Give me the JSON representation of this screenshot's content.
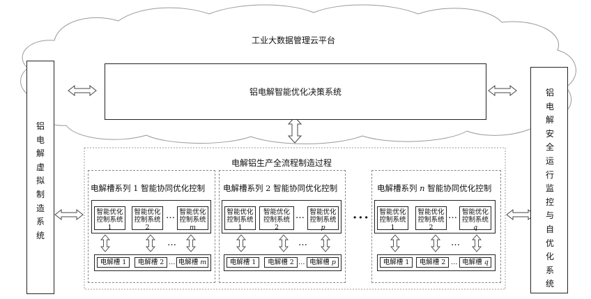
{
  "cloud_title": "工业大数据管理云平台",
  "decision_system": "铝电解智能优化决策系统",
  "virtual_system": "铝电解虚拟制造系统",
  "safety_system": "铝电解安全运行监控与自优化系统",
  "process_title": "电解铝生产全流程制造过程",
  "ellipsis": "…",
  "big_ellipsis": "···",
  "groups": [
    {
      "title_prefix": "电解槽系列 1 ",
      "title_suffix": "智能协同优化控制",
      "controllers": [
        {
          "line1": "智能优化",
          "line2": "控制系统",
          "idx": "1"
        },
        {
          "line1": "智能优化",
          "line2": "控制系统",
          "idx": "2"
        },
        {
          "line1": "智能优化",
          "line2": "控制系统",
          "idx": "m"
        }
      ],
      "cells": [
        {
          "label": "电解槽",
          "idx": "1"
        },
        {
          "label": "电解槽",
          "idx": "2"
        },
        {
          "label": "电解槽",
          "idx": "m"
        }
      ]
    },
    {
      "title_prefix": "电解槽系列 2 ",
      "title_suffix": "智能协同优化控制",
      "controllers": [
        {
          "line1": "智能优化",
          "line2": "控制系统",
          "idx": "1"
        },
        {
          "line1": "智能优化",
          "line2": "控制系统",
          "idx": "2"
        },
        {
          "line1": "智能优化",
          "line2": "控制系统",
          "idx": "p"
        }
      ],
      "cells": [
        {
          "label": "电解槽",
          "idx": "1"
        },
        {
          "label": "电解槽",
          "idx": "2"
        },
        {
          "label": "电解槽",
          "idx": "p"
        }
      ]
    },
    {
      "title_prefix": "电解槽系列 ",
      "title_var": "n",
      "title_suffix": " 智能协同优化控制",
      "controllers": [
        {
          "line1": "智能优化",
          "line2": "控制系统",
          "idx": "1"
        },
        {
          "line1": "智能优化",
          "line2": "控制系统",
          "idx": "2"
        },
        {
          "line1": "智能优化",
          "line2": "控制系统",
          "idx": "q"
        }
      ],
      "cells": [
        {
          "label": "电解槽",
          "idx": "1"
        },
        {
          "label": "电解槽",
          "idx": "2"
        },
        {
          "label": "电解槽",
          "idx": "q"
        }
      ]
    }
  ]
}
